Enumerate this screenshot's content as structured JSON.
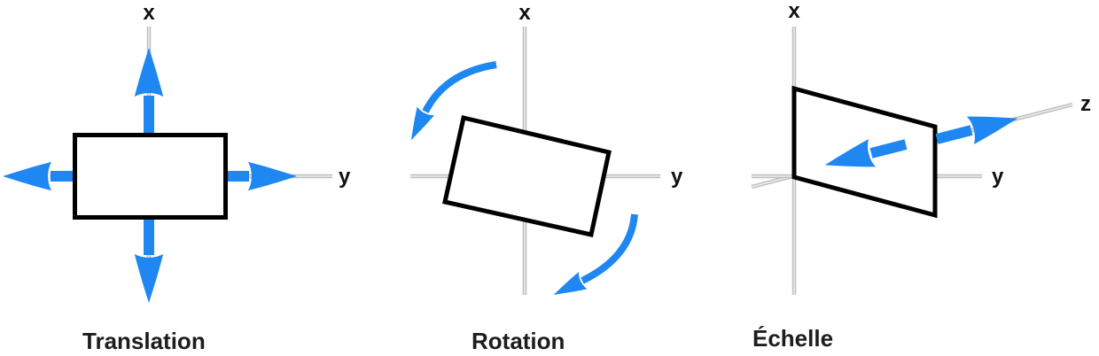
{
  "figure": {
    "description": "Three transform diagrams: translation, rotation and scale shown on x/y/z axes",
    "colors": {
      "arrow_blue": "#1E87F2",
      "axis_gray": "#bfbfbf",
      "axis_gray_light": "#e6e6e6",
      "shape_outline": "#000000",
      "label_text": "#1d1d1f",
      "background": "#ffffff"
    },
    "panels": [
      {
        "caption": "Translation",
        "axes": {
          "x": "x",
          "y": "y"
        },
        "icons": [
          "arrow-up-icon",
          "arrow-down-icon",
          "arrow-left-icon",
          "arrow-right-icon"
        ]
      },
      {
        "caption": "Rotation",
        "axes": {
          "x": "x",
          "y": "y"
        },
        "icons": [
          "curved-arrow-counterclockwise-top-icon",
          "curved-arrow-counterclockwise-bottom-icon"
        ]
      },
      {
        "caption": "Échelle",
        "axes": {
          "x": "x",
          "y": "y",
          "z": "z"
        },
        "icons": [
          "arrow-outward-z-icon",
          "arrow-inward-z-icon"
        ]
      }
    ]
  }
}
